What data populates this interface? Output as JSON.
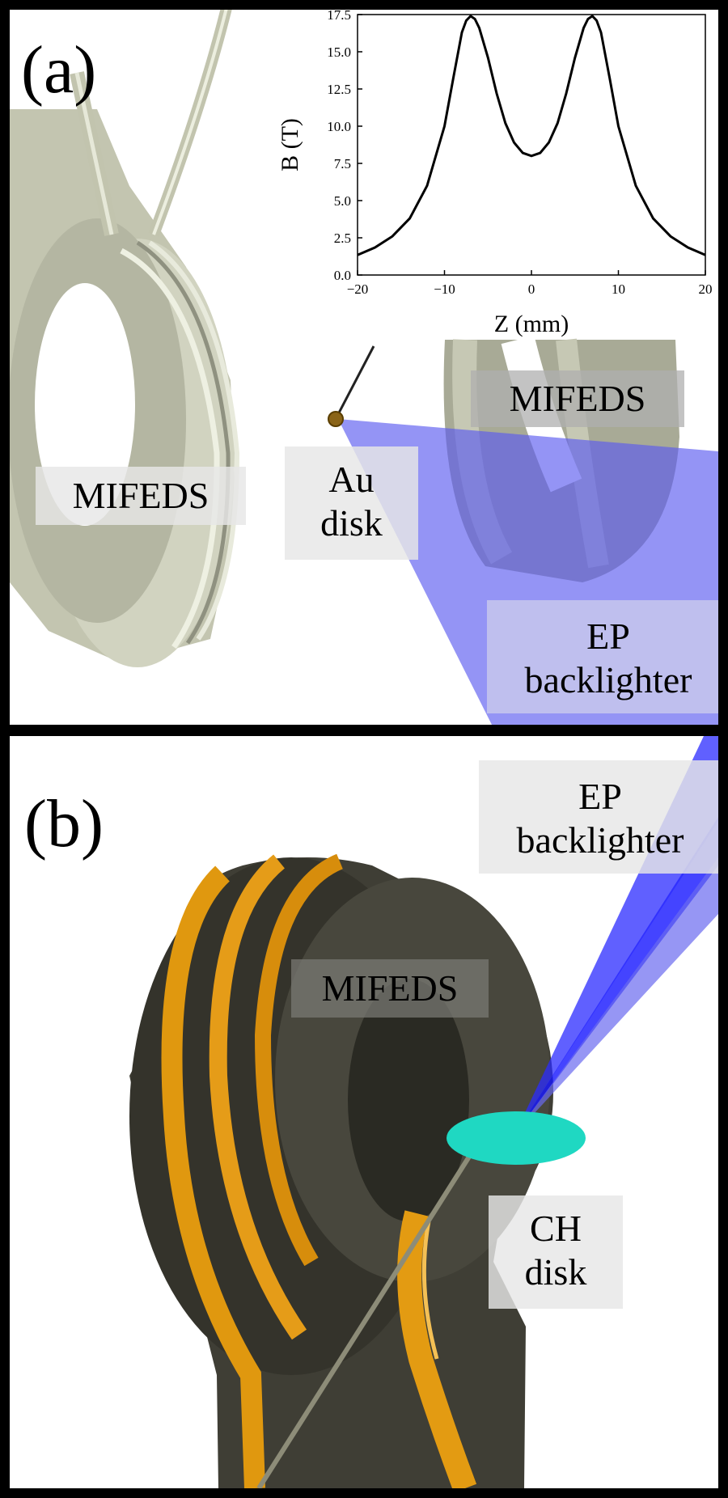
{
  "panel_a": {
    "letter": "(a)",
    "label_mifeds_left": "MIFEDS",
    "label_mifeds_right": "MIFEDS",
    "label_au_disk_line1": "Au",
    "label_au_disk_line2": "disk",
    "label_ep_line1": "EP",
    "label_ep_line2": "backlighter"
  },
  "panel_b": {
    "letter": "(b)",
    "label_mifeds": "MIFEDS",
    "label_ch_line1": "CH",
    "label_ch_line2": "disk",
    "label_ep_line1": "EP",
    "label_ep_line2": "backlighter"
  },
  "colors": {
    "coil_a": "#c9cbb7",
    "beam": "#5b5bf0",
    "coil_b": "#434139",
    "wire_b": "#e39b12",
    "ch_disk": "#1fd8c2"
  },
  "chart_data": {
    "type": "line",
    "xlabel": "Z (mm)",
    "ylabel": "B (T)",
    "xlim": [
      -20,
      20
    ],
    "ylim": [
      0,
      17.5
    ],
    "xticks": [
      -20,
      -10,
      0,
      10,
      20
    ],
    "yticks": [
      0.0,
      2.5,
      5.0,
      7.5,
      10.0,
      12.5,
      15.0,
      17.5
    ],
    "series": [
      {
        "x": [
          -20,
          -18,
          -16,
          -14,
          -12,
          -10,
          -9,
          -8,
          -7.5,
          -7,
          -6.5,
          -6,
          -5,
          -4,
          -3,
          -2,
          -1,
          0,
          1,
          2,
          3,
          4,
          5,
          6,
          6.5,
          7,
          7.5,
          8,
          9,
          10,
          12,
          14,
          16,
          18,
          20
        ],
        "y": [
          1.35,
          1.85,
          2.6,
          3.8,
          6.0,
          10.0,
          13.2,
          16.3,
          17.1,
          17.4,
          17.2,
          16.6,
          14.6,
          12.2,
          10.2,
          8.9,
          8.2,
          8.0,
          8.2,
          8.9,
          10.2,
          12.2,
          14.6,
          16.6,
          17.2,
          17.4,
          17.1,
          16.3,
          13.2,
          10.0,
          6.0,
          3.8,
          2.6,
          1.85,
          1.35
        ]
      }
    ]
  }
}
